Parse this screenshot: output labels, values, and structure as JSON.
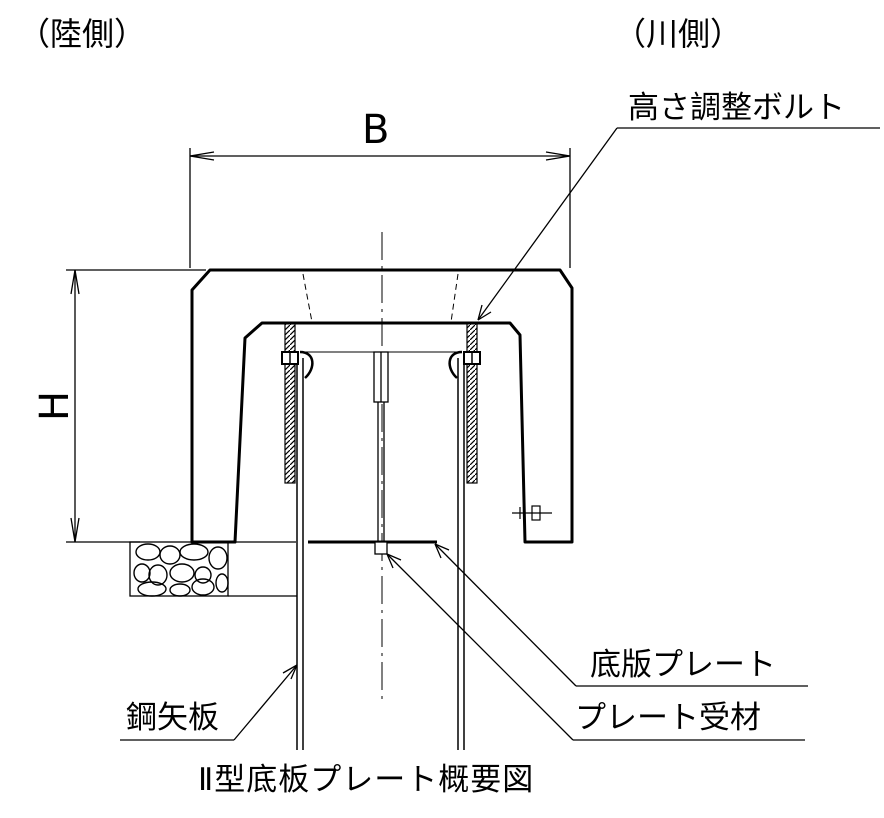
{
  "labels": {
    "land_side": "（陸側）",
    "river_side": "（川側）",
    "width_symbol": "B",
    "height_symbol": "H",
    "height_adjust_bolt": "高さ調整ボルト",
    "bottom_plate": "底版プレート",
    "plate_support": "プレート受材",
    "steel_sheet_pile": "鋼矢板"
  },
  "title": "Ⅱ型底板プレート概要図",
  "colors": {
    "line": "#000000",
    "background": "#ffffff"
  }
}
